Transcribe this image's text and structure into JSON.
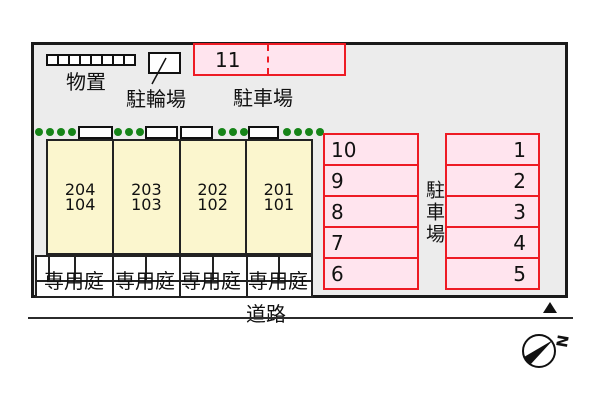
{
  "site": {
    "storage": {
      "label": "物置",
      "stall_count": 8
    },
    "bicycle_parking": {
      "label": "駐輪場"
    },
    "top_parking": {
      "label": "駐車場",
      "space_number": "11"
    },
    "units": [
      {
        "upper": "204",
        "lower": "104"
      },
      {
        "upper": "203",
        "lower": "103"
      },
      {
        "upper": "202",
        "lower": "102"
      },
      {
        "upper": "201",
        "lower": "101"
      }
    ],
    "gardens": {
      "label": "専用庭",
      "count": 4
    },
    "right_parking": {
      "label_vertical": "駐車場",
      "left_column": [
        "10",
        "9",
        "8",
        "7",
        "6"
      ],
      "right_column": [
        "1",
        "2",
        "3",
        "4",
        "5"
      ]
    },
    "landscaping": {
      "dot_groups": [
        4,
        3,
        3,
        4
      ]
    }
  },
  "road": {
    "label": "道路"
  },
  "compass": {
    "letter": "N"
  },
  "colors": {
    "site_background": "#ECECEC",
    "unit_fill": "#FBF6CE",
    "parking_fill": "#FFE4EE",
    "parking_border": "#EE1B24",
    "shrub_green": "#168418",
    "line_black": "#111111"
  }
}
